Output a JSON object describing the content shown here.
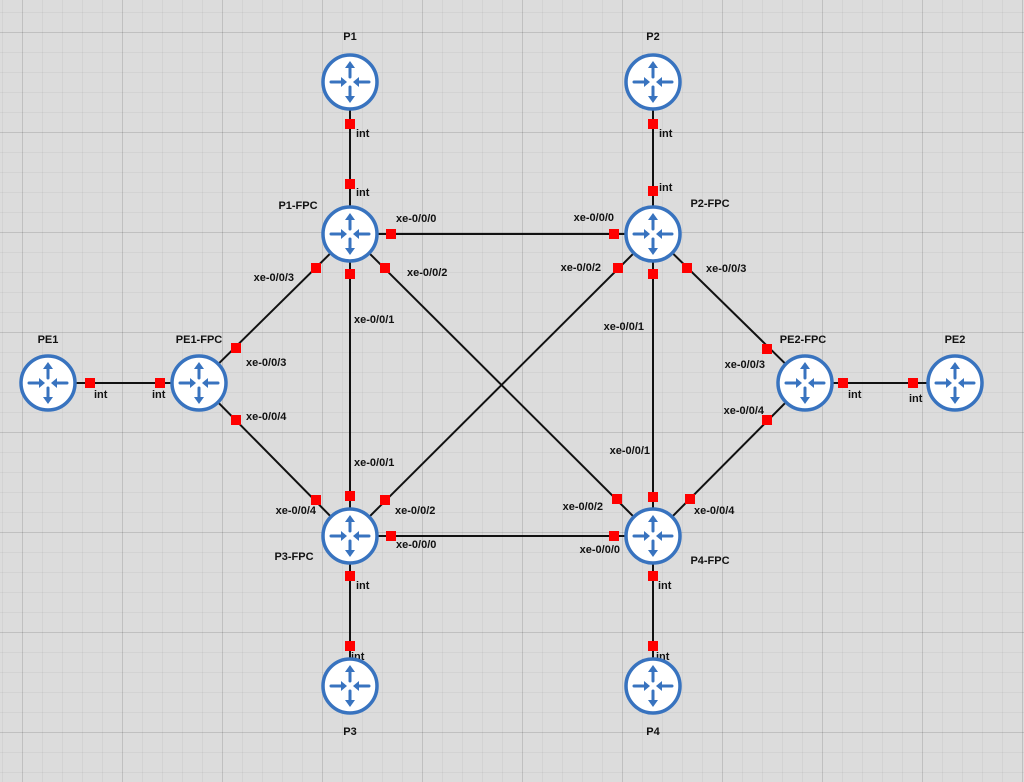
{
  "colors": {
    "router_stroke": "#3873bf",
    "router_fill": "#ffffff",
    "port": "#ff0000",
    "link": "#111111",
    "background": "#dcdcdc"
  },
  "icon": "router-icon",
  "nodes": [
    {
      "id": "P1",
      "label": "P1"
    },
    {
      "id": "P2",
      "label": "P2"
    },
    {
      "id": "P1-FPC",
      "label": "P1-FPC"
    },
    {
      "id": "P2-FPC",
      "label": "P2-FPC"
    },
    {
      "id": "PE1",
      "label": "PE1"
    },
    {
      "id": "PE1-FPC",
      "label": "PE1-FPC"
    },
    {
      "id": "PE2-FPC",
      "label": "PE2-FPC"
    },
    {
      "id": "PE2",
      "label": "PE2"
    },
    {
      "id": "P3-FPC",
      "label": "P3-FPC"
    },
    {
      "id": "P4-FPC",
      "label": "P4-FPC"
    },
    {
      "id": "P3",
      "label": "P3"
    },
    {
      "id": "P4",
      "label": "P4"
    }
  ],
  "links": [
    {
      "from": "P1",
      "to": "P1-FPC",
      "from_port": "int",
      "to_port": "int"
    },
    {
      "from": "P2",
      "to": "P2-FPC",
      "from_port": "int",
      "to_port": "int"
    },
    {
      "from": "P1-FPC",
      "to": "P2-FPC",
      "from_port": "xe-0/0/0",
      "to_port": "xe-0/0/0"
    },
    {
      "from": "P1-FPC",
      "to": "PE1-FPC",
      "from_port": "xe-0/0/3",
      "to_port": "xe-0/0/3"
    },
    {
      "from": "P1-FPC",
      "to": "P3-FPC",
      "from_port": "xe-0/0/1",
      "to_port": "xe-0/0/1"
    },
    {
      "from": "P1-FPC",
      "to": "P4-FPC",
      "from_port": "xe-0/0/2",
      "to_port": "xe-0/0/2"
    },
    {
      "from": "P2-FPC",
      "to": "P3-FPC",
      "from_port": "xe-0/0/2",
      "to_port": "xe-0/0/2"
    },
    {
      "from": "P2-FPC",
      "to": "P4-FPC",
      "from_port": "xe-0/0/1",
      "to_port": "xe-0/0/1"
    },
    {
      "from": "P2-FPC",
      "to": "PE2-FPC",
      "from_port": "xe-0/0/3",
      "to_port": "xe-0/0/3"
    },
    {
      "from": "PE1",
      "to": "PE1-FPC",
      "from_port": "int",
      "to_port": "int"
    },
    {
      "from": "PE1-FPC",
      "to": "P3-FPC",
      "from_port": "xe-0/0/4",
      "to_port": "xe-0/0/4"
    },
    {
      "from": "PE2-FPC",
      "to": "PE2",
      "from_port": "int",
      "to_port": "int"
    },
    {
      "from": "PE2-FPC",
      "to": "P4-FPC",
      "from_port": "xe-0/0/4",
      "to_port": "xe-0/0/4"
    },
    {
      "from": "P3-FPC",
      "to": "P4-FPC",
      "from_port": "xe-0/0/0",
      "to_port": "xe-0/0/0"
    },
    {
      "from": "P3-FPC",
      "to": "P3",
      "from_port": "int",
      "to_port": "int"
    },
    {
      "from": "P4-FPC",
      "to": "P4",
      "from_port": "int",
      "to_port": "int"
    }
  ]
}
